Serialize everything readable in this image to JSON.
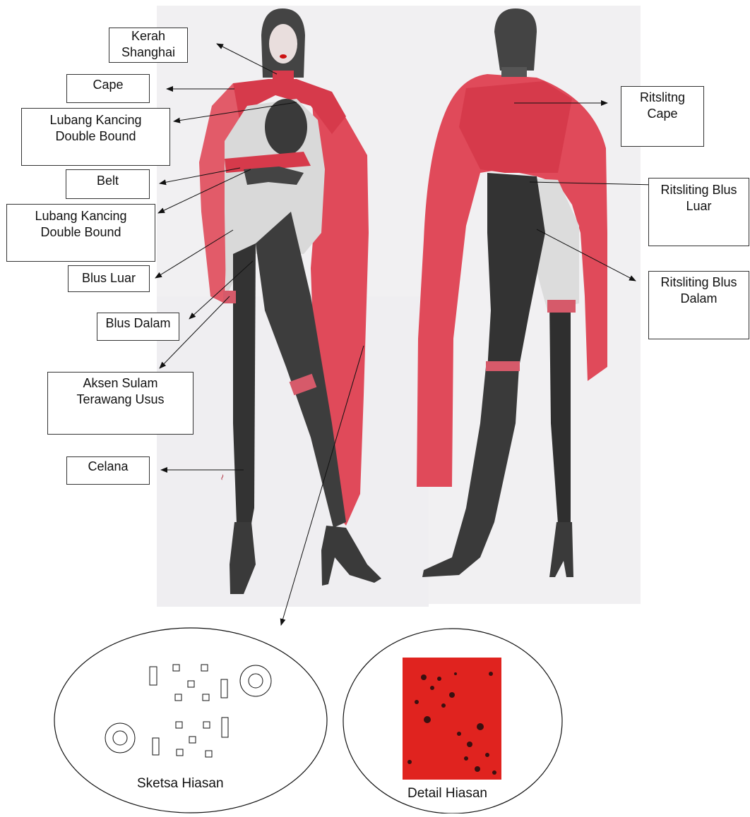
{
  "labels": {
    "kerah_shanghai": [
      "Kerah",
      "Shanghai"
    ],
    "cape": [
      "Cape"
    ],
    "lubang_kancing_1": [
      "Lubang Kancing",
      "Double Bound"
    ],
    "belt": [
      "Belt"
    ],
    "lubang_kancing_2": [
      "Lubang Kancing",
      "Double Bound"
    ],
    "blus_luar": [
      "Blus Luar"
    ],
    "blus_dalam": [
      "Blus Dalam"
    ],
    "aksen_sulam": [
      "Aksen Sulam",
      "Terawang Usus"
    ],
    "celana": [
      "Celana"
    ],
    "ritsliting_cape": [
      "Ritslitng",
      "Cape"
    ],
    "ritsliting_blus_luar": [
      "Ritsliting Blus",
      "Luar"
    ],
    "ritsliting_blus_dalam": [
      "Ritsliting Blus",
      "Dalam"
    ]
  },
  "captions": {
    "sketsa": "Sketsa Hiasan",
    "detail": "Detail Hiasan"
  },
  "colors": {
    "cape_red": "#e04a5a",
    "cape_red_dark": "#c8323f",
    "garment_dark": "#3a3a3a",
    "blouse_grey": "#d9d9d9",
    "paper": "#f1f0f2",
    "fabric_red": "#e0231f"
  }
}
